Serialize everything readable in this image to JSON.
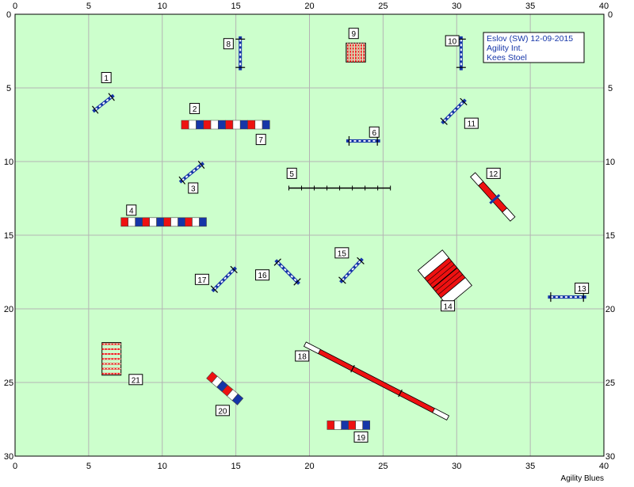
{
  "course": {
    "info_lines": [
      "Eslov (SW) 12-09-2015",
      "Agility Int.",
      "Kees Stoel"
    ],
    "footer": "Agility Blues",
    "x_ticks": [
      0,
      5,
      10,
      15,
      20,
      25,
      30,
      35,
      40
    ],
    "y_ticks": [
      0,
      5,
      10,
      15,
      20,
      25,
      30
    ],
    "x_range": [
      0,
      40
    ],
    "y_range": [
      0,
      30
    ],
    "grid_step": 5
  },
  "colors": {
    "field": "#ccffcc",
    "grid": "#b4b4b4",
    "blue": "#1535a8",
    "red": "#ee1111",
    "white": "#ffffff",
    "frame": "#000000"
  },
  "obstacles": [
    {
      "num": "1",
      "type": "jump",
      "from": [
        5.3,
        6.6
      ],
      "to": [
        6.7,
        5.5
      ]
    },
    {
      "num": "2",
      "type": "tunnel",
      "from": [
        11.3,
        7.5
      ],
      "to": [
        17.3,
        7.5
      ]
    },
    {
      "num": "3",
      "type": "jump",
      "from": [
        11.2,
        11.4
      ],
      "to": [
        12.8,
        10.1
      ]
    },
    {
      "num": "4",
      "type": "tunnel",
      "from": [
        7.2,
        14.1
      ],
      "to": [
        13.0,
        14.1
      ]
    },
    {
      "num": "5",
      "type": "walk",
      "from": [
        18.6,
        11.8
      ],
      "to": [
        25.5,
        11.8
      ]
    },
    {
      "num": "6",
      "type": "jump",
      "from": [
        22.5,
        8.6
      ],
      "to": [
        24.8,
        8.6
      ]
    },
    {
      "num": "8",
      "type": "jump",
      "from": [
        15.3,
        1.5
      ],
      "to": [
        15.3,
        3.8
      ]
    },
    {
      "num": "9",
      "type": "weave",
      "from": [
        22.6,
        2.6
      ],
      "to": [
        23.7,
        2.6
      ]
    },
    {
      "num": "10",
      "type": "jump",
      "from": [
        30.3,
        1.5
      ],
      "to": [
        30.3,
        3.8
      ]
    },
    {
      "num": "11",
      "type": "jump",
      "from": [
        29.0,
        7.4
      ],
      "to": [
        30.6,
        5.8
      ]
    },
    {
      "num": "12",
      "type": "seesaw",
      "from": [
        31.1,
        10.9
      ],
      "to": [
        33.8,
        13.9
      ]
    },
    {
      "num": "13",
      "type": "jump",
      "from": [
        36.2,
        19.2
      ],
      "to": [
        38.8,
        19.2
      ]
    },
    {
      "num": "14",
      "type": "aframe",
      "from": [
        28.2,
        16.7
      ],
      "to": [
        30.2,
        19.1
      ]
    },
    {
      "num": "15",
      "type": "jump",
      "from": [
        22.1,
        18.2
      ],
      "to": [
        23.6,
        16.6
      ]
    },
    {
      "num": "16",
      "type": "jump",
      "from": [
        17.7,
        16.7
      ],
      "to": [
        19.3,
        18.3
      ]
    },
    {
      "num": "17",
      "type": "jump",
      "from": [
        13.4,
        18.8
      ],
      "to": [
        15.0,
        17.2
      ]
    },
    {
      "num": "18",
      "type": "dogwalk",
      "from": [
        19.7,
        22.4
      ],
      "to": [
        29.4,
        27.4
      ]
    },
    {
      "num": "19",
      "type": "tunnel",
      "from": [
        21.2,
        27.9
      ],
      "to": [
        24.1,
        27.9
      ]
    },
    {
      "num": "20",
      "type": "tunnel",
      "from": [
        13.2,
        24.5
      ],
      "to": [
        15.3,
        26.3
      ]
    },
    {
      "num": "21",
      "type": "weave",
      "from": [
        6.55,
        22.4
      ],
      "to": [
        6.55,
        24.4
      ]
    }
  ],
  "labels": [
    {
      "num": "1",
      "at": [
        6.2,
        4.3
      ]
    },
    {
      "num": "2",
      "at": [
        12.2,
        6.4
      ]
    },
    {
      "num": "3",
      "at": [
        12.1,
        11.8
      ]
    },
    {
      "num": "4",
      "at": [
        7.9,
        13.3
      ]
    },
    {
      "num": "5",
      "at": [
        18.8,
        10.8
      ]
    },
    {
      "num": "6",
      "at": [
        24.4,
        8.0
      ]
    },
    {
      "num": "7",
      "at": [
        16.7,
        8.5
      ]
    },
    {
      "num": "8",
      "at": [
        14.5,
        2.0
      ]
    },
    {
      "num": "9",
      "at": [
        23.0,
        1.3
      ]
    },
    {
      "num": "10",
      "at": [
        29.7,
        1.8
      ]
    },
    {
      "num": "11",
      "at": [
        31.0,
        7.4
      ]
    },
    {
      "num": "12",
      "at": [
        32.5,
        10.8
      ]
    },
    {
      "num": "13",
      "at": [
        38.5,
        18.6
      ]
    },
    {
      "num": "14",
      "at": [
        29.4,
        19.8
      ]
    },
    {
      "num": "15",
      "at": [
        22.2,
        16.2
      ]
    },
    {
      "num": "16",
      "at": [
        16.8,
        17.7
      ]
    },
    {
      "num": "17",
      "at": [
        12.7,
        18.0
      ]
    },
    {
      "num": "18",
      "at": [
        19.5,
        23.2
      ]
    },
    {
      "num": "19",
      "at": [
        23.5,
        28.7
      ]
    },
    {
      "num": "20",
      "at": [
        14.1,
        26.9
      ]
    },
    {
      "num": "21",
      "at": [
        8.2,
        24.8
      ]
    }
  ]
}
